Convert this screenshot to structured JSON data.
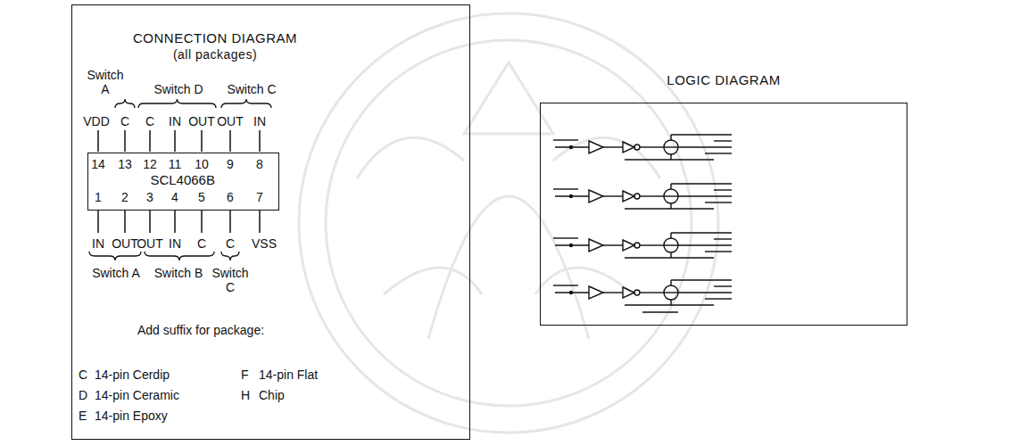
{
  "diagram": {
    "nodes": [
      {
        "text": [
          "CONNECTION DIAGRAM",
          "(all packages)"
        ]
      },
      {
        "text": [
          "SCL4066B"
        ],
        "in": 0
      },
      {
        "text": [
          "LOGIC DIAGRAM"
        ]
      }
    ],
    "labels": [
      "Switch A",
      "Switch D",
      "Switch C",
      "VDD",
      "C",
      "C",
      "IN",
      "OUT",
      "OUT",
      "IN",
      "14",
      "13",
      "12",
      "11",
      "10",
      "9",
      "8",
      "1",
      "2",
      "3",
      "4",
      "5",
      "6",
      "7",
      "IN",
      "OUT",
      "OUT",
      "IN",
      "C",
      "C",
      "VSS",
      "Switch A",
      "Switch B",
      "Switch C",
      "Add suffix for package:",
      "C",
      "14-pin Cerdip",
      "F",
      "14-pin Flat",
      "D",
      "14-pin Ceramic",
      "H",
      "Chip",
      "E",
      "14-pin Epoxy"
    ]
  }
}
